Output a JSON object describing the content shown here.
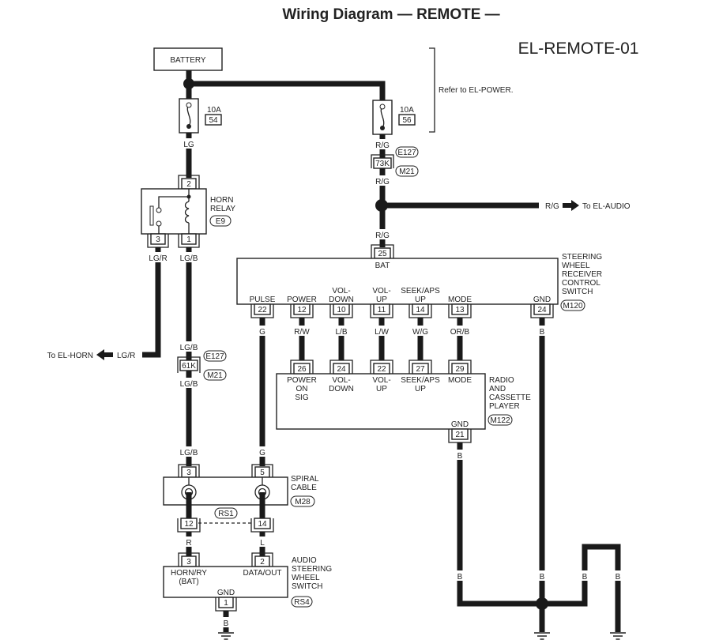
{
  "title": "Wiring Diagram — REMOTE —",
  "page_code": "EL-REMOTE-01",
  "battery": {
    "label": "BATTERY"
  },
  "refer_note": "Refer to EL-POWER.",
  "fuses": [
    {
      "rating": "10A",
      "number": "54"
    },
    {
      "rating": "10A",
      "number": "56"
    }
  ],
  "horn_relay": {
    "label_line1": "HORN",
    "label_line2": "RELAY",
    "connector": "E9",
    "pin_top": "2",
    "pin_left": "3",
    "pin_right": "1"
  },
  "wires": {
    "lg": "LG",
    "lg_r": "LG/R",
    "lg_b": "LG/B",
    "r_g": "R/G",
    "g": "G",
    "r_w": "R/W",
    "l_b": "L/B",
    "l_w": "L/W",
    "w_g": "W/G",
    "or_b": "OR/B",
    "b": "B",
    "r": "R",
    "l": "L"
  },
  "joint_connectors": {
    "right": {
      "pin": "73K",
      "conn1": "E127",
      "conn2": "M21"
    },
    "left": {
      "pin": "61K",
      "conn1": "E127",
      "conn2": "M21"
    }
  },
  "to_el_audio": "To EL-AUDIO",
  "to_el_horn": "To EL-HORN",
  "receiver_switch": {
    "label": [
      "STEERING",
      "WHEEL",
      "RECEIVER",
      "CONTROL",
      "SWITCH"
    ],
    "connector": "M120",
    "bat_pin": "25",
    "bat_label": "BAT",
    "pins": [
      {
        "num": "22",
        "label": [
          "PULSE"
        ],
        "wire": "G"
      },
      {
        "num": "12",
        "label": [
          "POWER"
        ],
        "wire": "R/W"
      },
      {
        "num": "10",
        "label": [
          "VOL-",
          "DOWN"
        ],
        "wire": "L/B"
      },
      {
        "num": "11",
        "label": [
          "VOL-",
          "UP"
        ],
        "wire": "L/W"
      },
      {
        "num": "14",
        "label": [
          "SEEK/APS",
          "UP"
        ],
        "wire": "W/G"
      },
      {
        "num": "13",
        "label": [
          "MODE"
        ],
        "wire": "OR/B"
      },
      {
        "num": "24",
        "label": [
          "GND"
        ],
        "wire": "B"
      }
    ]
  },
  "radio": {
    "label": [
      "RADIO",
      "AND",
      "CASSETTE",
      "PLAYER"
    ],
    "connector": "M122",
    "pins": [
      {
        "num": "26",
        "label": [
          "POWER",
          "ON",
          "SIG"
        ]
      },
      {
        "num": "24",
        "label": [
          "VOL-",
          "DOWN"
        ]
      },
      {
        "num": "22",
        "label": [
          "VOL-",
          "UP"
        ]
      },
      {
        "num": "27",
        "label": [
          "SEEK/APS",
          "UP"
        ]
      },
      {
        "num": "29",
        "label": [
          "MODE"
        ]
      }
    ],
    "gnd_pin": "21",
    "gnd_label": "GND"
  },
  "spiral_cable": {
    "label": [
      "SPIRAL",
      "CABLE"
    ],
    "connector": "M28",
    "top_pins": [
      "3",
      "5"
    ],
    "bottom_pins": [
      "12",
      "14"
    ],
    "bottom_connector": "RS1"
  },
  "audio_switch": {
    "label": [
      "AUDIO",
      "STEERING",
      "WHEEL",
      "SWITCH"
    ],
    "connector": "RS4",
    "pin_left": "3",
    "pin_left_label": [
      "HORN/RY",
      "(BAT)"
    ],
    "pin_right": "2",
    "pin_right_label": "DATA/OUT",
    "gnd_pin": "1",
    "gnd_label": "GND"
  }
}
